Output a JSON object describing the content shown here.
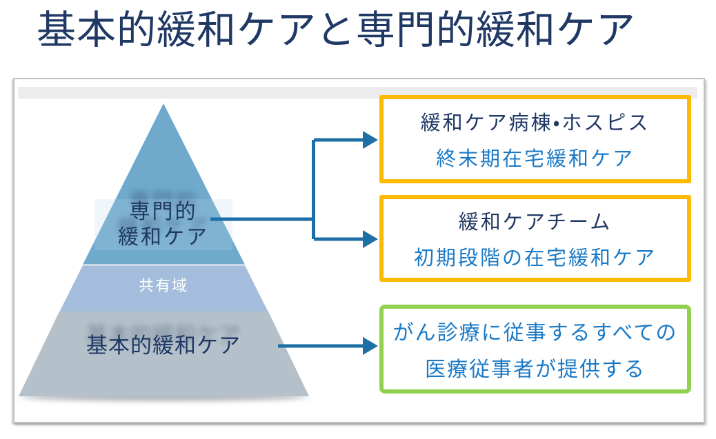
{
  "header": {
    "title": "基本的緩和ケアと専門的緩和ケア"
  },
  "diagram": {
    "pyramid": {
      "specialized_label_line1": "専門的",
      "specialized_label_line2": "緩和ケア",
      "shared_label": "共有域",
      "basic_label": "基本的緩和ケア"
    },
    "boxes": [
      {
        "line1": "緩和ケア病棟・ホスピス",
        "line2": "終末期在宅緩和ケア",
        "border_color": "#FBBB04"
      },
      {
        "line1": "緩和ケアチーム",
        "line2": "初期段階の在宅緩和ケア",
        "border_color": "#FBBB04"
      },
      {
        "line1": "がん診療に従事するすべての",
        "line2": "医療従事者が提供する",
        "border_color": "#92D050"
      }
    ],
    "colors": {
      "title_text": "#1F3864",
      "primary_text": "#203864",
      "secondary_text": "#1B7AC6",
      "arrow": "#1E6FA5",
      "pyramid_top": "#6FA9CB",
      "pyramid_middle": "#A4BDDC",
      "pyramid_middle_edge": "#CBD8EA",
      "pyramid_bottom": "#B4C1CA",
      "shared_label_text": "#FFFFFF",
      "box_border_yellow": "#FBBB04",
      "box_border_green": "#92D050",
      "frame_border": "#C2C2C2",
      "top_bar": "#ECECEC"
    }
  }
}
